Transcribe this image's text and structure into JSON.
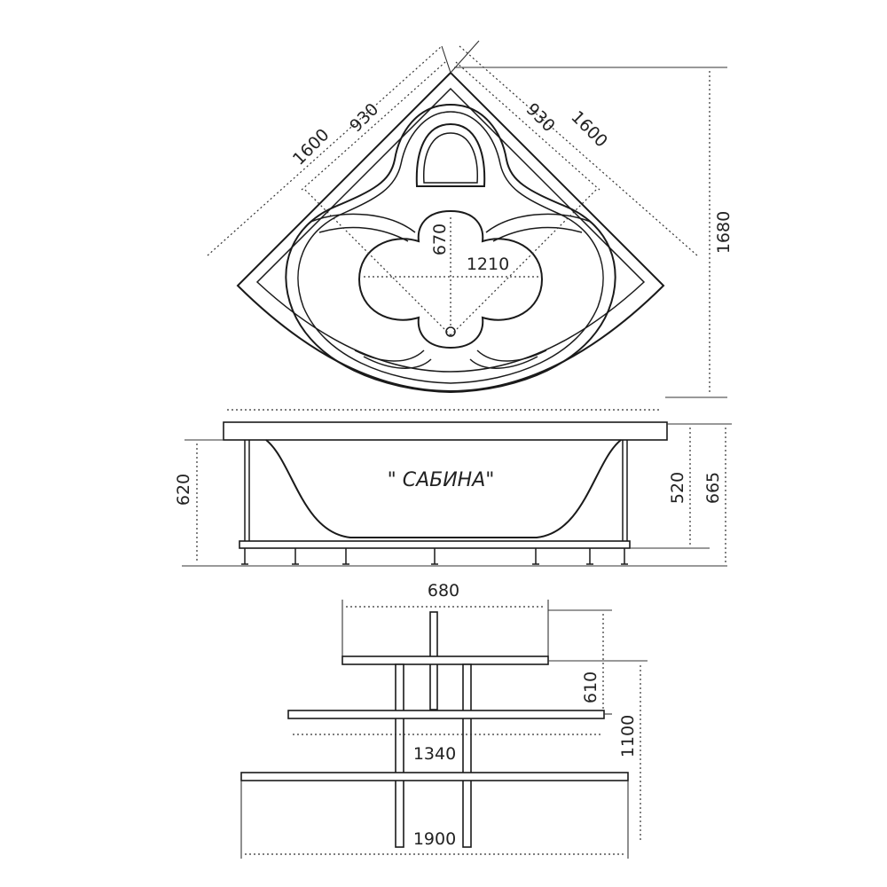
{
  "product_label": "\" САБИНА\"",
  "dimensions": {
    "top_side_left": "1600",
    "top_inner_left": "930",
    "top_inner_right": "930",
    "top_side_right": "1600",
    "top_height": "1680",
    "basin_depth": "670",
    "basin_width": "1210",
    "side_height_left": "620",
    "side_height_inner": "520",
    "side_height_total": "665",
    "frame_top_width": "680",
    "frame_mid_width": "1340",
    "frame_bottom_width": "1900",
    "frame_depth_short": "610",
    "frame_depth_total": "1100"
  }
}
